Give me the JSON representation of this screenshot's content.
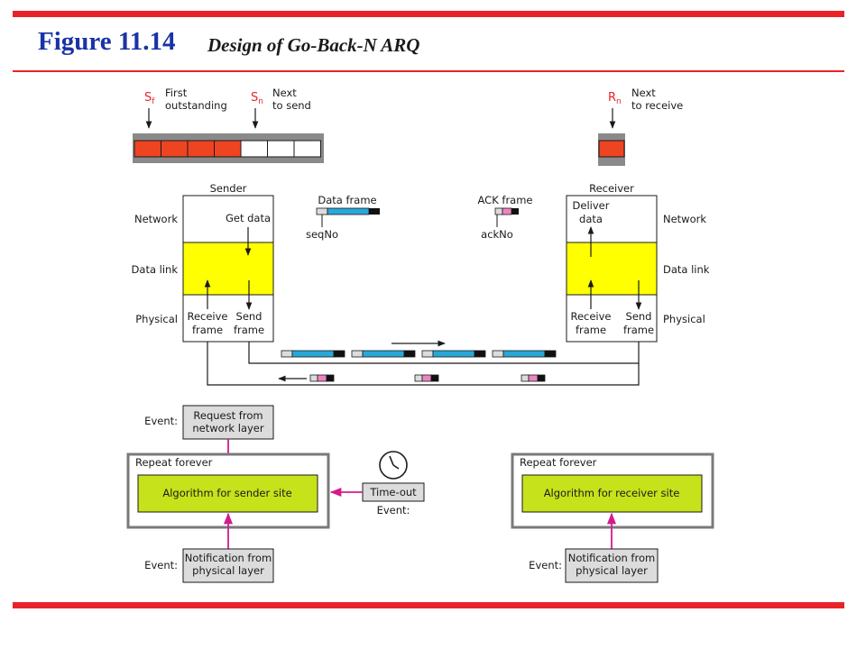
{
  "figure_number": "Figure 11.14",
  "caption": "Design of Go-Back-N ARQ",
  "colors": {
    "bar": "#e8242a",
    "title": "#1a33a6",
    "frame_red": "#ee4422",
    "layer_yellow": "#ffff00",
    "algo_green": "#c6e21a",
    "event_gray": "#dcdcdc",
    "pink": "#d61a8c",
    "cyan": "#29a7d8"
  },
  "sender_window": {
    "sf_label": "S",
    "sf_sub": "f",
    "sf_text": [
      "First",
      "outstanding"
    ],
    "sn_label": "S",
    "sn_sub": "n",
    "sn_text": [
      "Next",
      "to send"
    ],
    "outstanding_count": 4,
    "empty_count": 3
  },
  "receiver_window": {
    "rn_label": "R",
    "rn_sub": "n",
    "rn_text": [
      "Next",
      "to receive"
    ]
  },
  "sender": {
    "title": "Sender",
    "layers": [
      "Network",
      "Data link",
      "Physical"
    ],
    "get_data": "Get data",
    "receive_frame": [
      "Receive",
      "frame"
    ],
    "send_frame": [
      "Send",
      "frame"
    ]
  },
  "receiver": {
    "title": "Receiver",
    "layers": [
      "Network",
      "Data link",
      "Physical"
    ],
    "deliver_data": [
      "Deliver",
      "data"
    ],
    "receive_frame": [
      "Receive",
      "frame"
    ],
    "send_frame": [
      "Send",
      "frame"
    ]
  },
  "data_frame_legend": {
    "label": "Data frame",
    "field": "seqNo"
  },
  "ack_frame_legend": {
    "label": "ACK frame",
    "field": "ackNo"
  },
  "sender_events": {
    "top_event_label": "Event:",
    "top_event": [
      "Request from",
      "network layer"
    ],
    "loop_label": "Repeat forever",
    "algorithm": "Algorithm for sender site",
    "timeout": "Time-out",
    "timeout_event_label": "Event:",
    "bottom_event_label": "Event:",
    "bottom_event": [
      "Notification from",
      "physical layer"
    ]
  },
  "receiver_events": {
    "loop_label": "Repeat forever",
    "algorithm": "Algorithm for receiver site",
    "bottom_event_label": "Event:",
    "bottom_event": [
      "Notification from",
      "physical layer"
    ]
  }
}
